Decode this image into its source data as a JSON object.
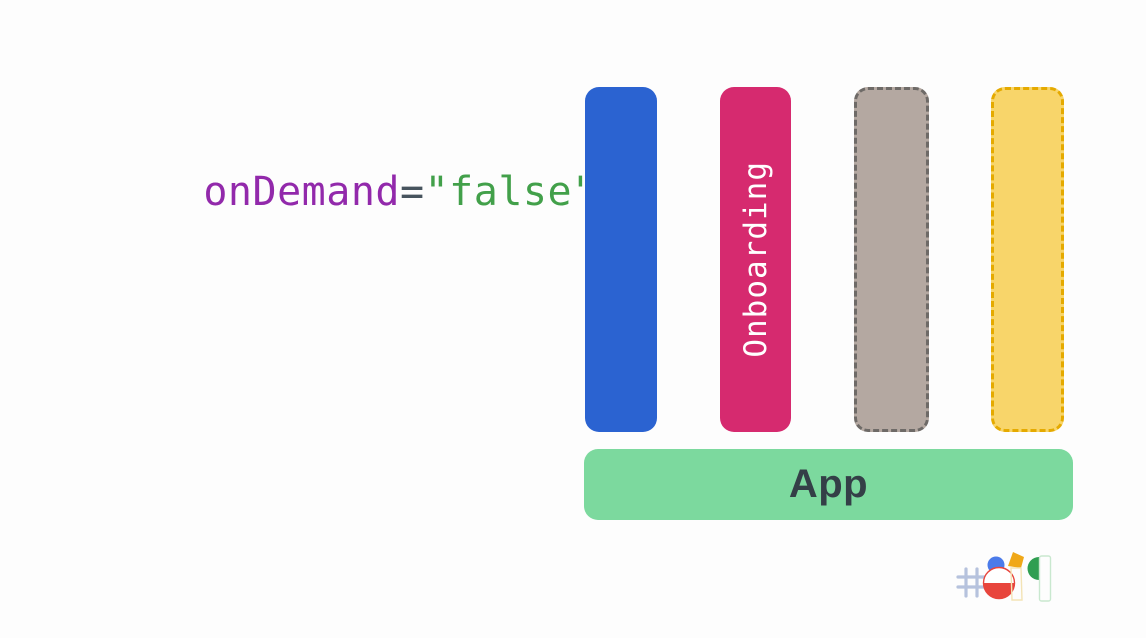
{
  "slide": {
    "background": "#fdfdfd"
  },
  "code": {
    "attribute": "onDemand",
    "equals": "=",
    "value": "\"false\"",
    "attribute_color": "#9229ab",
    "equals_color": "#47545e",
    "value_color": "#42a04a"
  },
  "modules": [
    {
      "name": "module-installed-blue",
      "label": "",
      "fill": "#2b63d1",
      "border_style": "solid",
      "border_color": "",
      "label_color": "#ffffff"
    },
    {
      "name": "module-onboarding",
      "label": "Onboarding",
      "fill": "#d62a6f",
      "border_style": "solid",
      "border_color": "",
      "label_color": "#ffffff"
    },
    {
      "name": "module-placeholder-gray",
      "label": "",
      "fill": "#b4a8a1",
      "border_style": "dashed",
      "border_color": "#6e6a67",
      "label_color": "#ffffff"
    },
    {
      "name": "module-placeholder-yellow",
      "label": "",
      "fill": "#f8d56a",
      "border_style": "dashed",
      "border_color": "#e5aa00",
      "label_color": "#ffffff"
    }
  ],
  "app": {
    "label": "App",
    "fill": "#7cd99e",
    "label_color": "#343f47"
  },
  "logo": {
    "alt_text": "#io19",
    "colors": {
      "hash": "#b6c2dd",
      "i_dot_blue": "#4b7bea",
      "i_stem_outline": "#dbe3f2",
      "o_red": "#e8453c",
      "o_top_white": "#ffffff",
      "one_flag_yellow": "#f0a818",
      "one_stem_outline": "#f3e3b5",
      "nine_green": "#2f9e51",
      "nine_stem_outline": "#c9e8cf"
    }
  }
}
